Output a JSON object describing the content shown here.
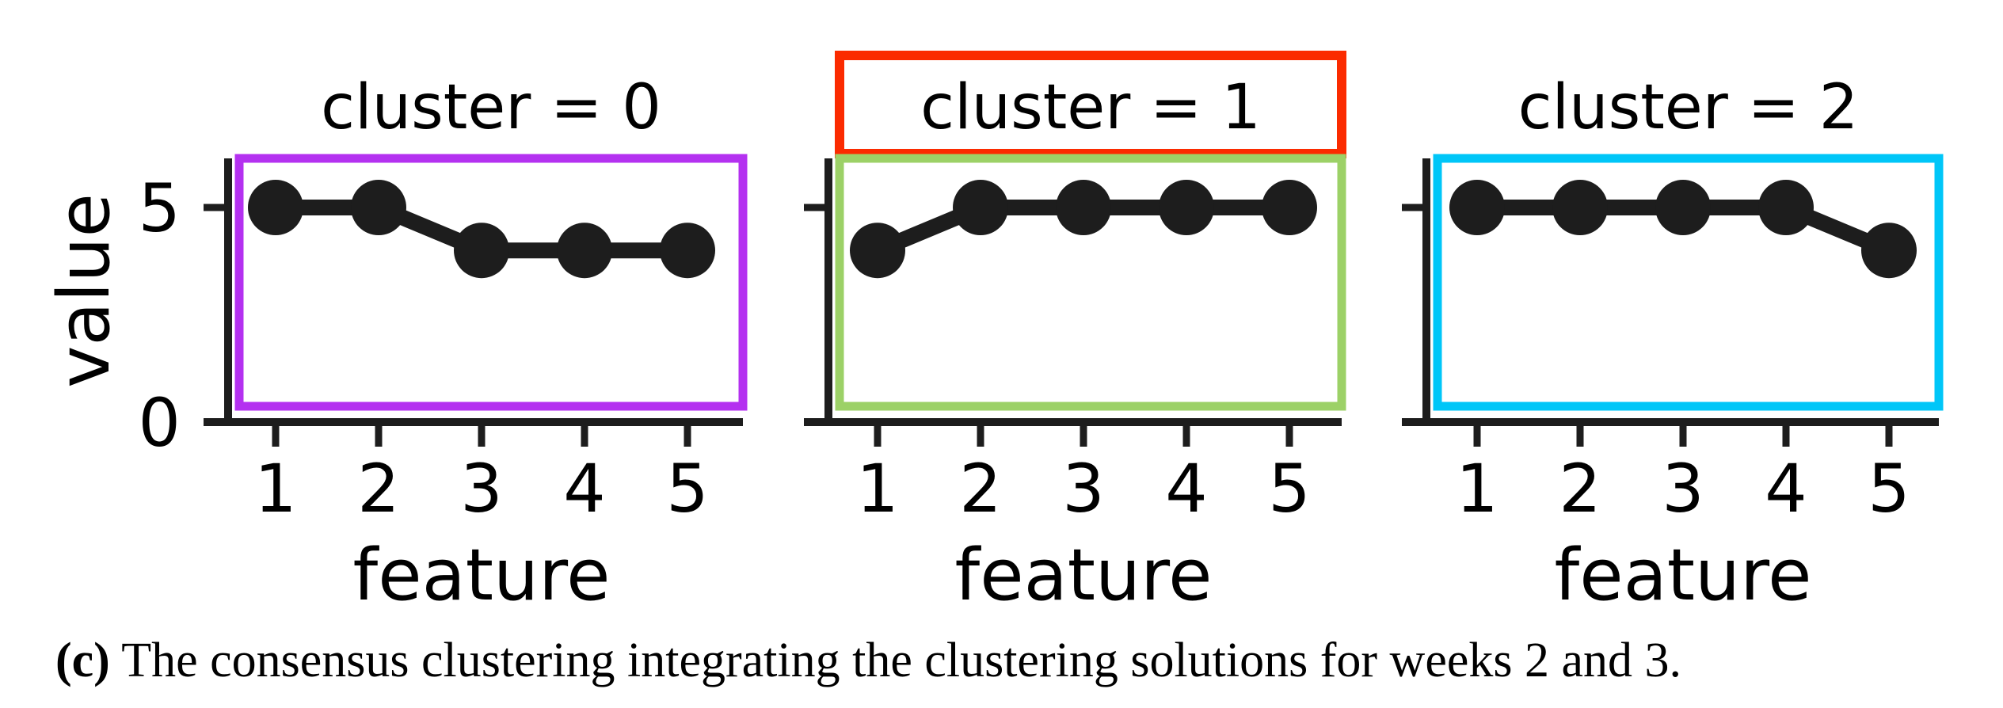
{
  "figure": {
    "caption_label": "(c)",
    "caption_text": "The consensus clustering integrating the clustering solutions for weeks 2 and 3."
  },
  "chart_data": {
    "type": "line",
    "x": [
      1,
      2,
      3,
      4,
      5
    ],
    "xlabel": "feature",
    "ylabel": "value",
    "yticks_labeled": [
      5,
      0
    ],
    "ylim": [
      0,
      6.2
    ],
    "grid": false,
    "legend": "none",
    "ink_color": "#1D1D1D",
    "marker": "o",
    "panels": [
      {
        "title": "cluster = 0",
        "values": [
          5,
          5,
          4,
          4,
          4
        ],
        "frame_color": "#B431F0",
        "title_frame_color": null
      },
      {
        "title": "cluster = 1",
        "values": [
          4,
          5,
          5,
          5,
          5
        ],
        "frame_color": "#9CD167",
        "title_frame_color": "#FB2B00"
      },
      {
        "title": "cluster = 2",
        "values": [
          5,
          5,
          5,
          5,
          4
        ],
        "frame_color": "#00C6F8",
        "title_frame_color": null
      }
    ]
  }
}
